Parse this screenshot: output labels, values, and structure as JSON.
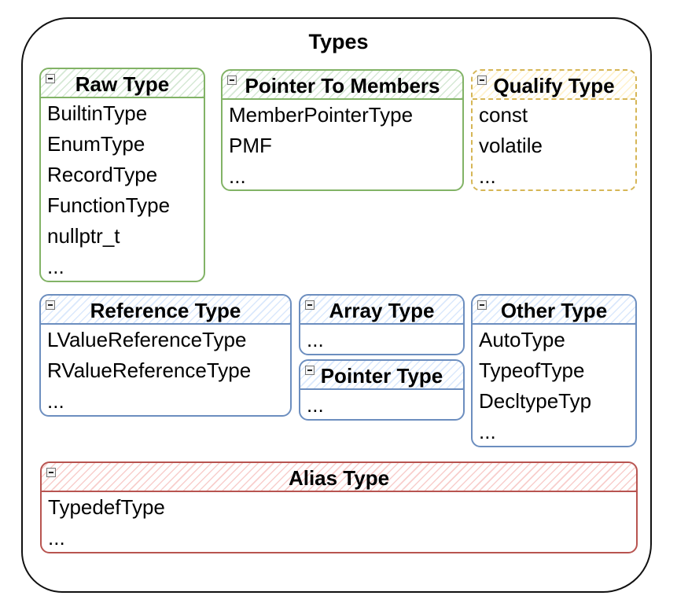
{
  "title": "Types",
  "colors": {
    "green_stroke": "#82b366",
    "blue_stroke": "#6c8ebf",
    "red_stroke": "#b85450",
    "yellow_stroke": "#d6b656"
  },
  "boxes": {
    "raw": {
      "title": "Raw Type",
      "items": [
        "BuiltinType",
        "EnumType",
        "RecordType",
        "FunctionType",
        "nullptr_t",
        "..."
      ]
    },
    "pointer_to_members": {
      "title": "Pointer To Members",
      "items": [
        "MemberPointerType",
        "PMF",
        "..."
      ]
    },
    "qualify": {
      "title": "Qualify Type",
      "items": [
        "const",
        "volatile",
        "..."
      ]
    },
    "reference": {
      "title": "Reference Type",
      "items": [
        "LValueReferenceType",
        "RValueReferenceType",
        "..."
      ]
    },
    "array": {
      "title": "Array Type",
      "items": [
        "..."
      ]
    },
    "pointer": {
      "title": "Pointer Type",
      "items": [
        "..."
      ]
    },
    "other": {
      "title": "Other Type",
      "items": [
        "AutoType",
        "TypeofType",
        "DecltypeTyp",
        "..."
      ]
    },
    "alias": {
      "title": "Alias Type",
      "items": [
        "TypedefType",
        "..."
      ]
    }
  }
}
